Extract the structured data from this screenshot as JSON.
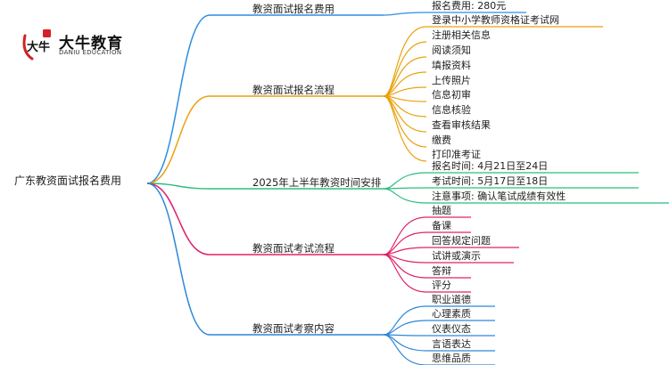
{
  "logo": {
    "name": "大牛教育",
    "subtitle": "DANIU EDUCATION",
    "mark_text": "大牛"
  },
  "colors": {
    "blue": "#2f8ee0",
    "orange": "#eaa10f",
    "green": "#2bbd7e",
    "pink": "#e0226a",
    "blue2": "#2d86d9"
  },
  "root": "广东教资面试报名费用",
  "branches": [
    {
      "label": "教资面试报名费用",
      "color": "blue",
      "children": [
        "报名费用: 280元"
      ]
    },
    {
      "label": "教资面试报名流程",
      "color": "orange",
      "children": [
        "登录中小学教师资格证考试网",
        "注册相关信息",
        "阅读须知",
        "填报资料",
        "上传照片",
        "信息初审",
        "信息核验",
        "查看审核结果",
        "缴费",
        "打印准考证"
      ]
    },
    {
      "label": "2025年上半年教资时间安排",
      "color": "green",
      "children": [
        "报名时间: 4月21日至24日",
        "考试时间: 5月17日至18日",
        "注意事项: 确认笔试成绩有效性"
      ]
    },
    {
      "label": "教资面试考试流程",
      "color": "pink",
      "children": [
        "抽题",
        "备课",
        "回答规定问题",
        "试讲或演示",
        "答辩",
        "评分"
      ]
    },
    {
      "label": "教资面试考察内容",
      "color": "blue2",
      "children": [
        "职业道德",
        "心理素质",
        "仪表仪态",
        "言语表达",
        "思维品质"
      ]
    }
  ]
}
